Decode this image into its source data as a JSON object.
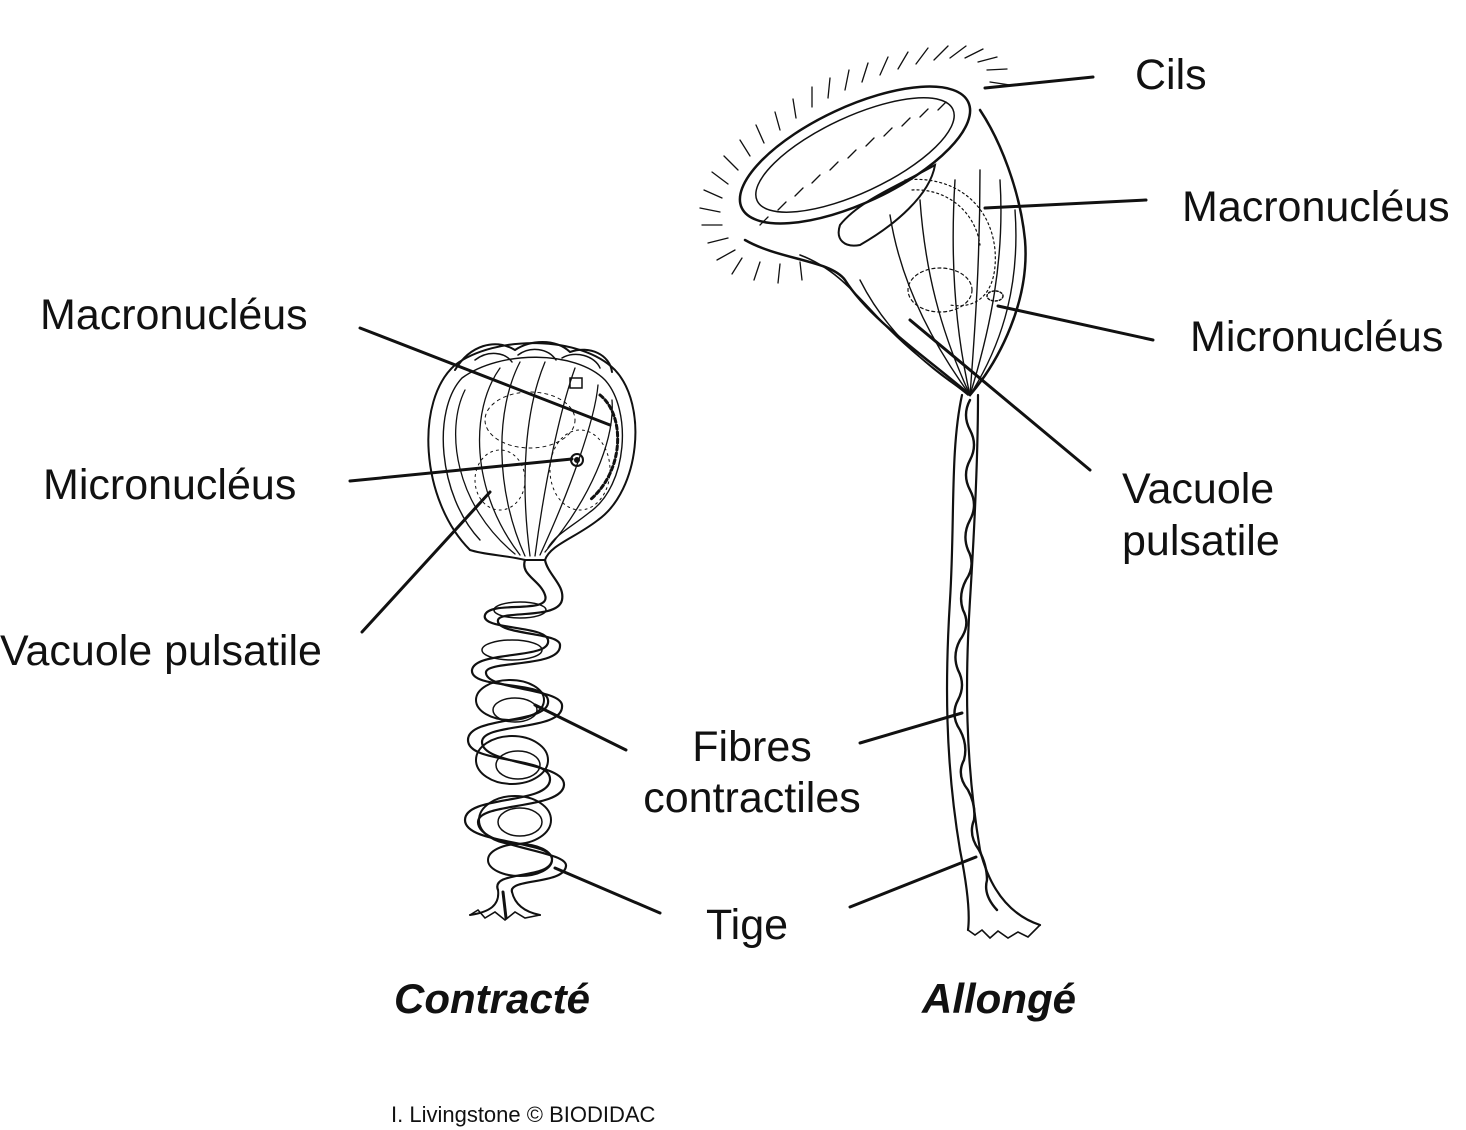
{
  "labels": {
    "contracted": {
      "macronucleus": "Macronucléus",
      "micronucleus": "Micronucléus",
      "vacuole": "Vacuole pulsatile"
    },
    "extended": {
      "cilia": "Cils",
      "macronucleus": "Macronucléus",
      "micronucleus": "Micronucléus",
      "vacuole_line1": "Vacuole",
      "vacuole_line2": "pulsatile"
    },
    "shared": {
      "fibres_line1": "Fibres",
      "fibres_line2": "contractiles",
      "stalk": "Tige"
    }
  },
  "captions": {
    "left": "Contracté",
    "right": "Allongé"
  },
  "credit": "I. Livingstone © BIODIDAC",
  "colors": {
    "ink": "#111111",
    "background": "#ffffff"
  }
}
